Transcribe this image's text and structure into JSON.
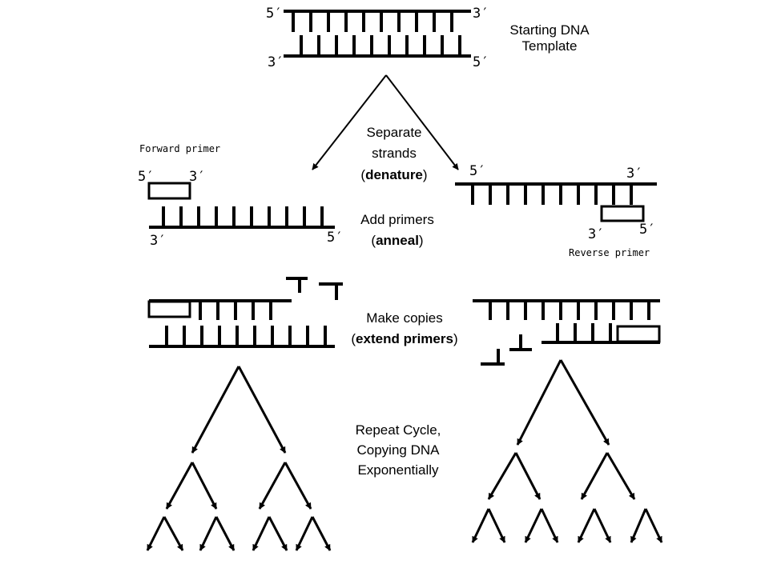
{
  "ends": {
    "five": "5′",
    "three": "3′"
  },
  "starting_label": {
    "line1": "Starting DNA",
    "line2": "Template"
  },
  "steps": {
    "separate": {
      "line1": "Separate",
      "line2": "strands",
      "open": "(",
      "bold": "denature",
      "close": ")"
    },
    "anneal": {
      "line1": "Add primers",
      "open": "(",
      "bold": "anneal",
      "close": ")"
    },
    "extend": {
      "line1": "Make copies",
      "open": "(",
      "bold": "extend primers",
      "close": ")"
    },
    "repeat": {
      "line1": "Repeat Cycle,",
      "line2": "Copying DNA",
      "line3": "Exponentially"
    }
  },
  "primers": {
    "forward": "Forward primer",
    "reverse": "Reverse primer"
  },
  "colors": {
    "ink": "#000000",
    "background": "#ffffff"
  }
}
